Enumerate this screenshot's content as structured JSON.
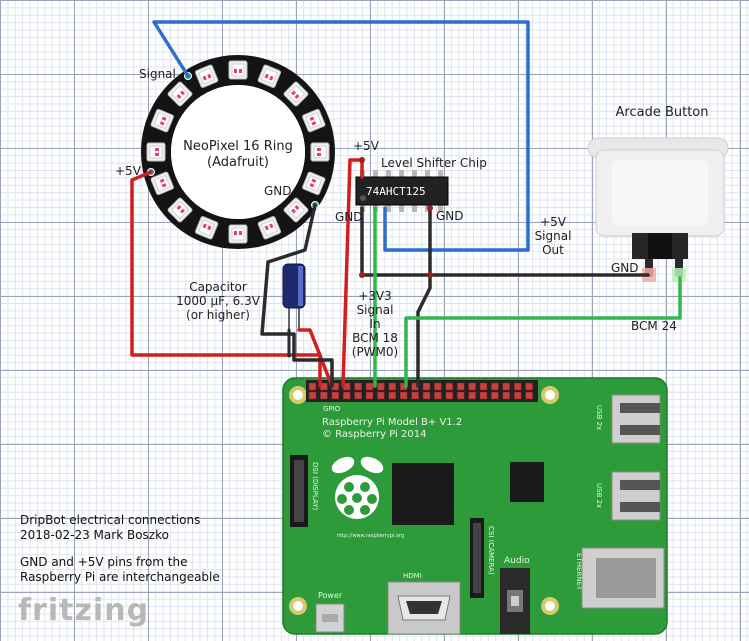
{
  "labels": {
    "signal": "Signal",
    "ring_name": "NeoPixel 16 Ring",
    "ring_maker": "(Adafruit)",
    "ring_plus5v": "+5V",
    "ring_gnd": "GND",
    "cap_name": "Capacitor",
    "cap_value": "1000 µF, 6.3V",
    "cap_note": "(or higher)",
    "shifter_plus5v": "+5V",
    "shifter_name": "Level Shifter Chip",
    "chip_part": "74AHCT125",
    "shifter_gnd_left": "GND",
    "shifter_gnd_right": "GND",
    "sig_out_line1": "+5V",
    "sig_out_line2": "Signal",
    "sig_out_line3": "Out",
    "sig_in_line1": "+3V3",
    "sig_in_line2": "Signal",
    "sig_in_line3": "In",
    "sig_in_line4": "BCM 18",
    "sig_in_line5": "(PWM0)",
    "button_name": "Arcade Button",
    "button_gnd": "GND",
    "button_bcm": "BCM 24"
  },
  "board": {
    "gpio": "GPIO",
    "model": "Raspberry Pi Model B+ V1.2",
    "copyright": "© Raspberry Pi 2014",
    "display": "DSI (DISPLAY)",
    "camera": "CSI (CAMERA)",
    "hdmi": "HDMI",
    "audio": "Audio",
    "power": "Power",
    "usb1": "USB 2x",
    "usb2": "USB 2x",
    "ethernet": "ETHERNET",
    "url": "http://www.raspberrypi.org"
  },
  "notes": {
    "line1": "DripBot electrical connections",
    "line2": "2018-02-23 Mark Boszko",
    "line3": "GND and +5V pins from the",
    "line4": "Raspberry Pi are interchangeable"
  },
  "brand": "fritzing",
  "colors": {
    "wire_blue": "#2a6fd1",
    "wire_red": "#d11f1f",
    "wire_black": "#2b2b2b",
    "wire_green": "#2fb84b",
    "pcb_green": "#2e9b3a"
  }
}
